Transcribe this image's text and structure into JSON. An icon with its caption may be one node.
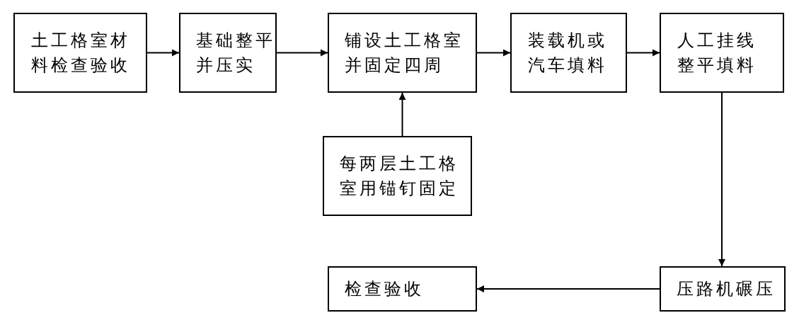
{
  "diagram": {
    "nodes": [
      {
        "text": [
          "土工格室材料检查验收"
        ]
      },
      {
        "text": [
          "基础整平并压实"
        ]
      },
      {
        "text": [
          "铺设土工格室并固定四周"
        ]
      },
      {
        "text": [
          "装载机或汽车填料"
        ]
      },
      {
        "text": [
          "人工挂线整平填料"
        ]
      },
      {
        "text": [
          "每两层土工格室用锚钉固定"
        ]
      },
      {
        "text": [
          "压路机碾压"
        ]
      },
      {
        "text": [
          "检查验收"
        ]
      }
    ],
    "edges": [
      {
        "from": 0,
        "to": 1,
        "arrow": "to"
      },
      {
        "from": 1,
        "to": 2,
        "arrow": "to"
      },
      {
        "from": 2,
        "to": 3,
        "arrow": "to"
      },
      {
        "from": 3,
        "to": 4,
        "arrow": "to"
      },
      {
        "from": 5,
        "to": 2,
        "arrow": "to"
      },
      {
        "from": 4,
        "to": 6,
        "arrow": "to"
      },
      {
        "from": 6,
        "to": 7,
        "arrow": "to"
      }
    ]
  }
}
